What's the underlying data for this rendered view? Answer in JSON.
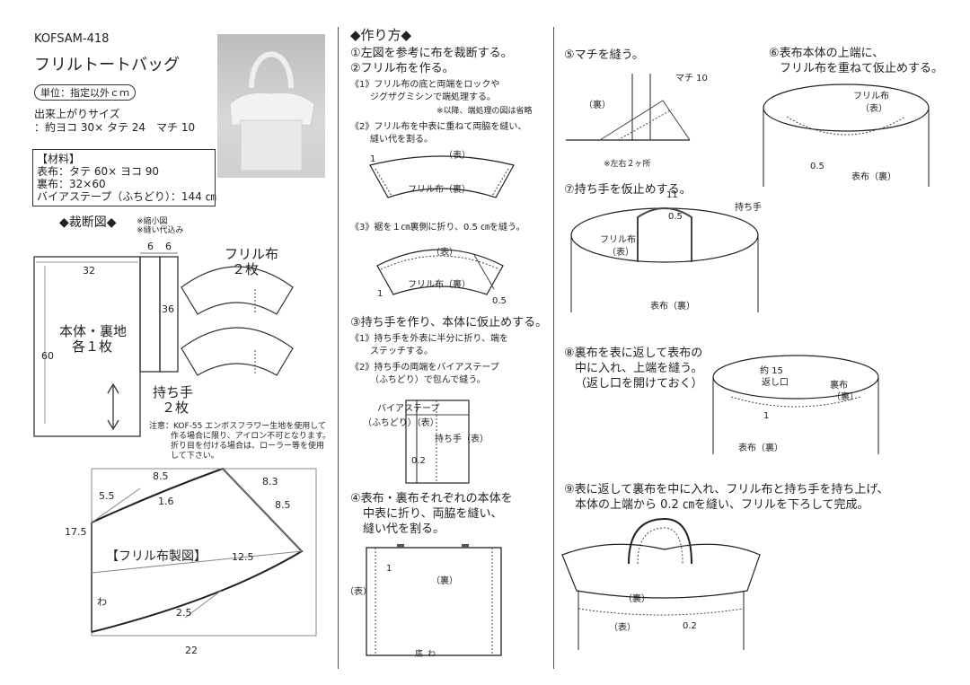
{
  "left": {
    "code": "KOFSAM-418",
    "title": "フリルトートバッグ",
    "unit_badge": "単位：指定以外ｃｍ",
    "size_title": "出来上がりサイズ",
    "size_value": "：約ヨコ 30× タテ 24　マチ 10",
    "materials_title": "【材料】",
    "materials": [
      "表布：タテ 60× ヨコ 90",
      "裏布：32×60",
      "バイアステープ（ふちどり）：144 ㎝"
    ],
    "cut_title": "◆裁断図◆",
    "cut_notes": [
      "※縮小図",
      "※縫い代込み"
    ],
    "dims": {
      "d32": "32",
      "d6a": "6",
      "d6b": "6",
      "d36": "36",
      "d60": "60"
    },
    "body_label_1": "本体・裏地",
    "body_label_2": "各１枚",
    "handle_label_1": "持ち手",
    "handle_label_2": "２枚",
    "frill_label_1": "フリル布",
    "frill_label_2": "２枚",
    "notice": [
      "注意：KOF-55 エンボスフラワー生地を使用して",
      "作る場合に限り、アイロン不可となります。",
      "折り目を付ける場合は、ローラー等を使用",
      "して下さい。"
    ],
    "frill_draft": {
      "title": "【フリル布製図】",
      "d8_5a": "8.5",
      "d8_3": "8.3",
      "d5_5": "5.5",
      "d1_6": "1.6",
      "d8_5b": "8.5",
      "d17_5": "17.5",
      "d12_5": "12.5",
      "d2_5": "2.5",
      "d22": "22",
      "wa": "わ"
    }
  },
  "middle": {
    "title": "◆作り方◆",
    "step1": "①左図を参考に布を裁断する。",
    "step2": "②フリル布を作る。",
    "s2_1a": "《1》フリル布の底と両端をロックや",
    "s2_1b": "ジグザグミシンで端処理する。",
    "s2_1note": "※以降、端処理の図は省略",
    "s2_2a": "《2》フリル布を中表に重ねて両脇を縫い、",
    "s2_2b": "縫い代を割る。",
    "fig2_omote": "（表）",
    "fig2_ura": "フリル布（裏）",
    "fig2_1": "1",
    "s2_3": "《3》裾を１㎝裏側に折り、0.5 ㎝を縫う。",
    "fig3_omote": "（表）",
    "fig3_ura": "フリル布（裏）",
    "fig3_1": "1",
    "fig3_05": "0.5",
    "step3": "③持ち手を作り、本体に仮止めする。",
    "s3_1a": "《1》持ち手を外表に半分に折り、端を",
    "s3_1b": "ステッチする。",
    "s3_2a": "《2》持ち手の両端をバイアステープ",
    "s3_2b": "（ふちどり）で包んで縫う。",
    "fig_bias": "バイアステープ",
    "fig_fuchidori": "（ふちどり）（表）",
    "fig_handle": "持ち手（表）",
    "fig_02": "0.2",
    "step4a": "④表布・裏布それぞれの本体を",
    "step4b": "中表に折り、両脇を縫い、",
    "step4c": "縫い代を割る。",
    "fig4_1": "1",
    "fig4_ura": "（裏）",
    "fig4_omote": "（表）",
    "fig4_soko": "底",
    "fig4_wa": "わ"
  },
  "right": {
    "step5": "⑤マチを縫う。",
    "fig5_machi": "マチ 10",
    "fig5_ura": "（裏）",
    "fig5_note": "※左右２ヶ所",
    "step6a": "⑥表布本体の上端に、",
    "step6b": "フリル布を重ねて仮止めする。",
    "fig6_frill": "フリル布",
    "fig6_omote": "（表）",
    "fig6_05": "0.5",
    "fig6_body": "表布（裏）",
    "step7": "⑦持ち手を仮止めする。",
    "fig7_11": "11",
    "fig7_05": "0.5",
    "fig7_handle": "持ち手",
    "fig7_frill": "フリル布",
    "fig7_omote": "（表）",
    "fig7_body": "表布（裏）",
    "step8a": "⑧裏布を表に返して表布の",
    "step8b": "中に入れ、上端を縫う。",
    "step8c": "（返し口を開けておく）",
    "fig8_15": "約 15",
    "fig8_kaeshi": "返し口",
    "fig8_urafu": "裏布",
    "fig8_ura": "（裏）",
    "fig8_1": "1",
    "fig8_body": "表布（裏）",
    "step9a": "⑨表に返して裏布を中に入れ、フリル布と持ち手を持ち上げ、",
    "step9b": "本体の上端から 0.2 ㎝を縫い、フリルを下ろして完成。",
    "fig9_ura": "（裏）",
    "fig9_omote": "（表）",
    "fig9_02": "0.2"
  }
}
